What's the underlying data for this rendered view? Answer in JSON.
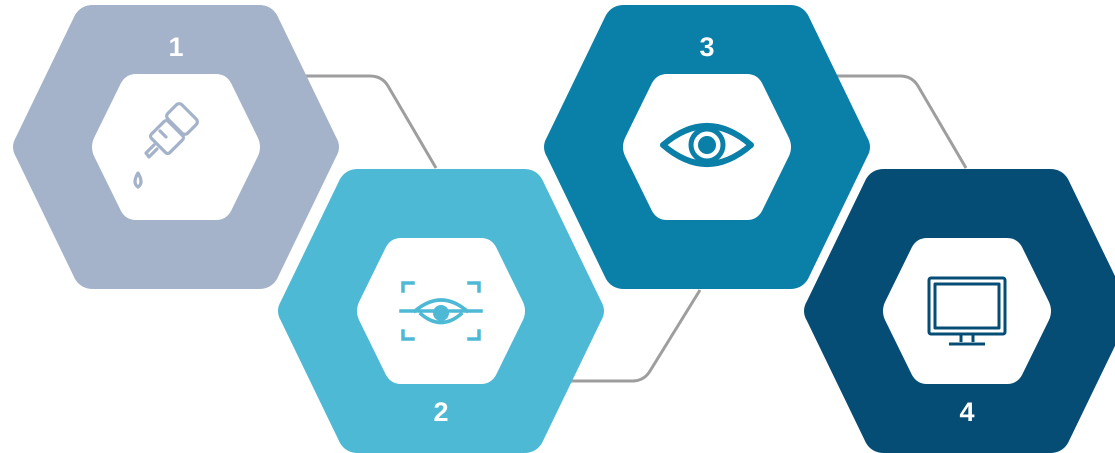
{
  "steps": [
    {
      "number": "1",
      "icon": "eye-dropper-icon",
      "color": "#a4b3ca"
    },
    {
      "number": "2",
      "icon": "eye-scan-icon",
      "color": "#4db9d5"
    },
    {
      "number": "3",
      "icon": "eye-icon",
      "color": "#0a7fa8"
    },
    {
      "number": "4",
      "icon": "monitor-icon",
      "color": "#064d76"
    }
  ],
  "connector_color": "#9e9e9e",
  "icon_color": "#a4b3ca"
}
